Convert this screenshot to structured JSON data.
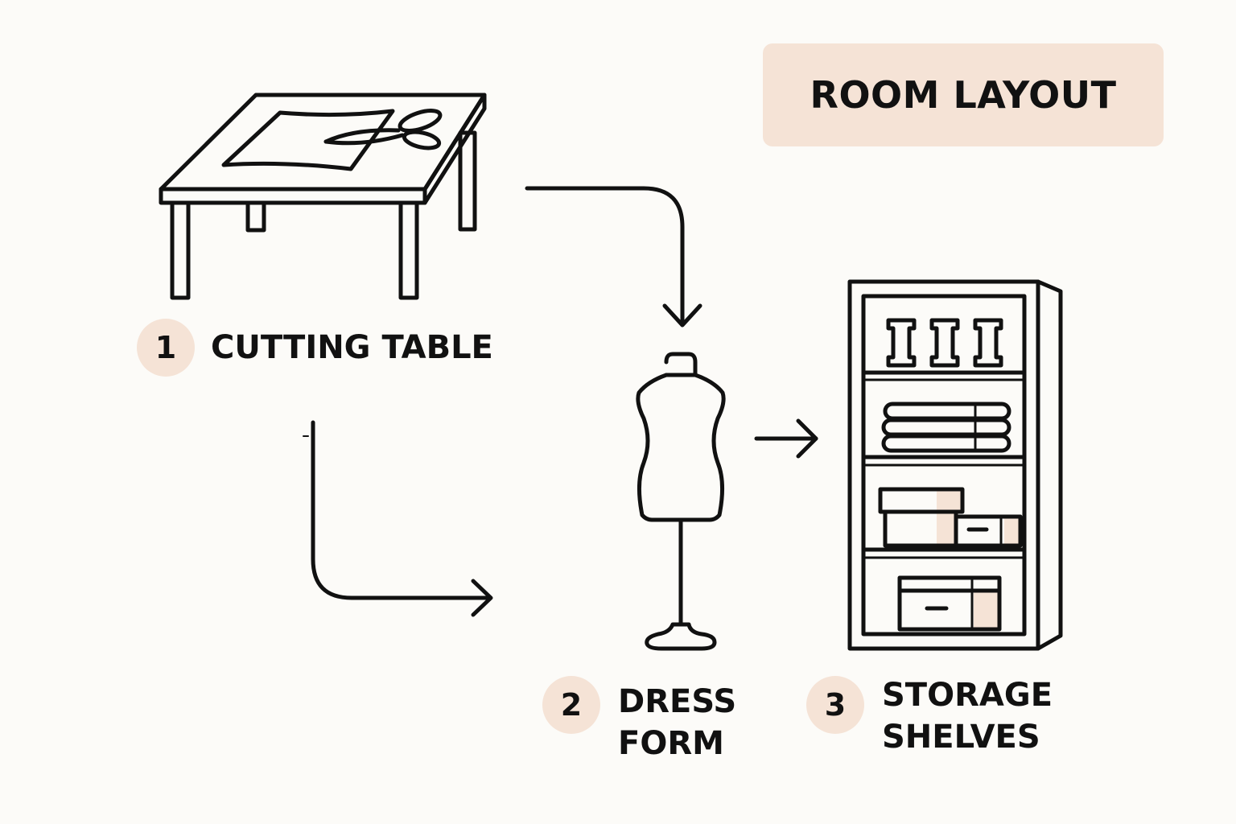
{
  "title": "ROOM LAYOUT",
  "colors": {
    "accent": "#f5e3d6",
    "stroke": "#111111",
    "background": "#fcfbf8"
  },
  "stations": [
    {
      "number": "1",
      "lines": [
        "CUTTING TABLE"
      ],
      "icon": "cutting-table-icon"
    },
    {
      "number": "2",
      "lines": [
        "DRESS",
        "FORM"
      ],
      "icon": "dress-form-icon"
    },
    {
      "number": "3",
      "lines": [
        "STORAGE",
        "SHELVES"
      ],
      "icon": "storage-shelves-icon"
    }
  ]
}
